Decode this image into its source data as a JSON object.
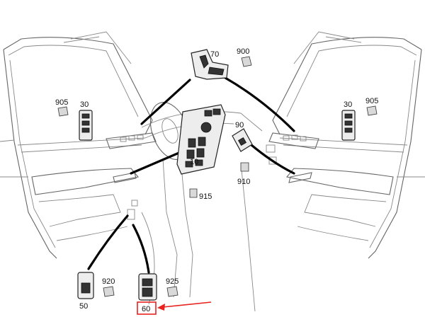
{
  "callouts": {
    "c70": "70",
    "c900": "900",
    "c905_left": "905",
    "c30_left": "30",
    "c30_right": "30",
    "c905_right": "905",
    "c90": "90",
    "c10": "10",
    "c910": "910",
    "c915": "915",
    "c920": "920",
    "c50": "50",
    "c925": "925",
    "c60": "60"
  },
  "colors": {
    "highlight": "#e8221e",
    "leader": "#000000",
    "line": "#666666"
  }
}
